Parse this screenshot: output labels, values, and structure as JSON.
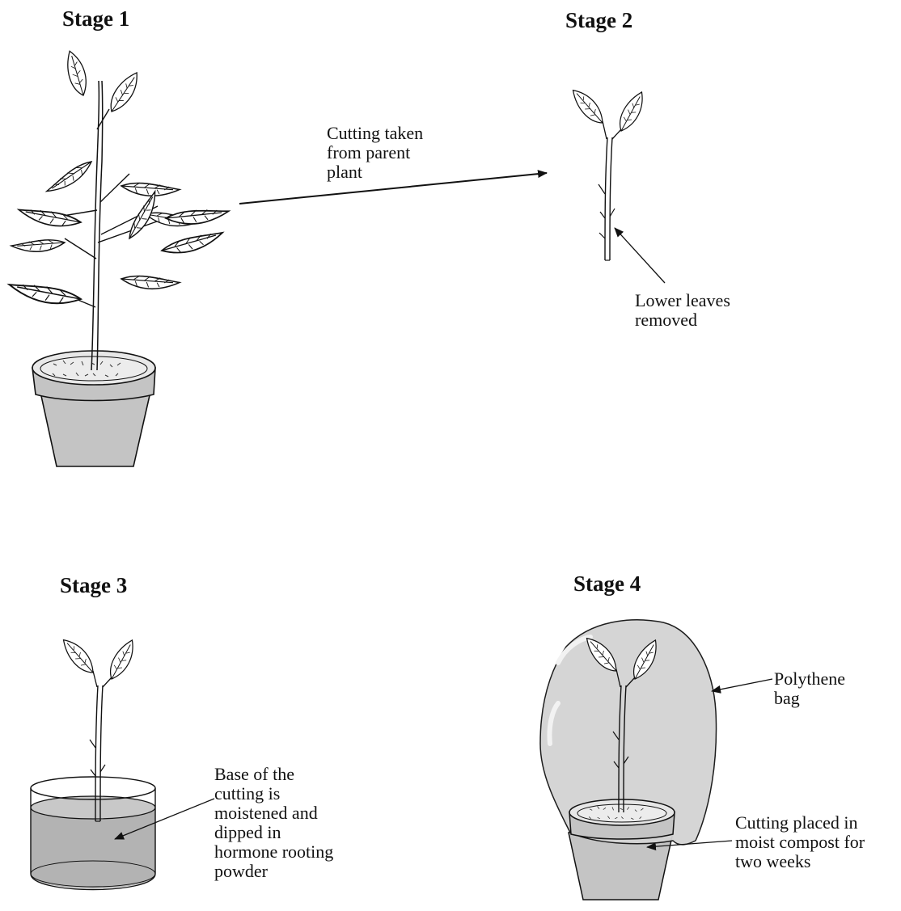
{
  "stages": {
    "stage1": "Stage 1",
    "stage2": "Stage 2",
    "stage3": "Stage 3",
    "stage4": "Stage 4"
  },
  "labels": {
    "cutting_taken": "Cutting taken\nfrom parent\nplant",
    "lower_leaves": "Lower leaves\nremoved",
    "base_moistened": "Base of the\ncutting is\nmoistened and\ndipped in\nhormone rooting\npowder",
    "polythene_bag": "Polythene\nbag",
    "moist_compost": "Cutting placed in\nmoist compost for\ntwo weeks"
  },
  "colors": {
    "pot_fill": "#c4c4c4",
    "bag_fill": "#d3d3d3",
    "water_fill": "#b3b3b3",
    "line": "#111111"
  }
}
